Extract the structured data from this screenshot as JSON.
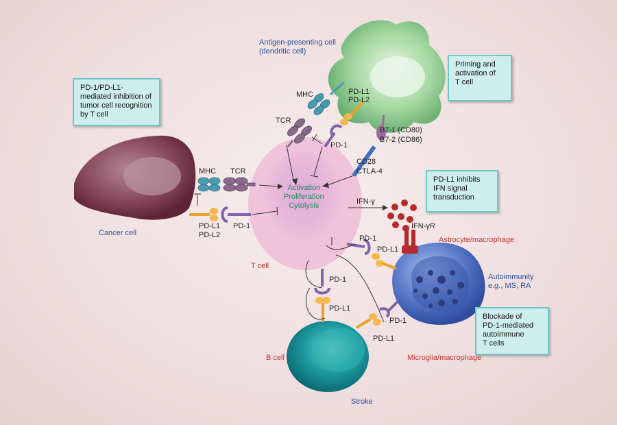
{
  "boxes": {
    "tumor": [
      "PD-1/PD-L1-",
      "mediated inhibition of",
      "tumor cell recognition",
      "by T cell"
    ],
    "priming": [
      "Priming and",
      "activation of",
      "T cell"
    ],
    "ifn": [
      "PD-L1 inhibits",
      "IFN signal",
      "transduction"
    ],
    "blockade": [
      "Blockade of",
      "PD-1-mediated",
      "autoimmune",
      "T cells"
    ]
  },
  "cells": {
    "apc": [
      "Antigen-presenting cell",
      "(dendritic cell)"
    ],
    "cancer": "Cancer cell",
    "tcell": "T cell",
    "bcell": "B cell",
    "astro": "Astrocyte/macrophage",
    "autoimmunity": [
      "Autoimmunity",
      "e.g., MS, RA"
    ],
    "microglia": "Microglia/macrophage",
    "stroke": "Stroke"
  },
  "tcell_center": [
    "Activation",
    "Proliferation",
    "Cytolysis"
  ],
  "molecules": {
    "mhc_top": "MHC",
    "tcr_top": "TCR",
    "pdl1_top": "PD-L1",
    "pdl2_top": "PD-L2",
    "pd1_top": "PD-1",
    "b7_1": "B7-1 (CD80)",
    "b7_2": "B7-2 (CD86)",
    "cd28": "CD28",
    "ctla4": "CTLA-4",
    "mhc_left": "MHC",
    "tcr_left": "TCR",
    "pdl1_left": "PD-L1",
    "pdl2_left": "PD-L2",
    "pd1_left": "PD-1",
    "ifng": "IFN-γ",
    "ifngr": "IFN-γR",
    "pd1_astro": "PD-1",
    "pdl1_astro": "PD-L1",
    "pd1_bcell": "PD-1",
    "pdl1_bcell": "PD-L1",
    "pd1_micro": "PD-1",
    "pdl1_micro": "PD-L1"
  }
}
